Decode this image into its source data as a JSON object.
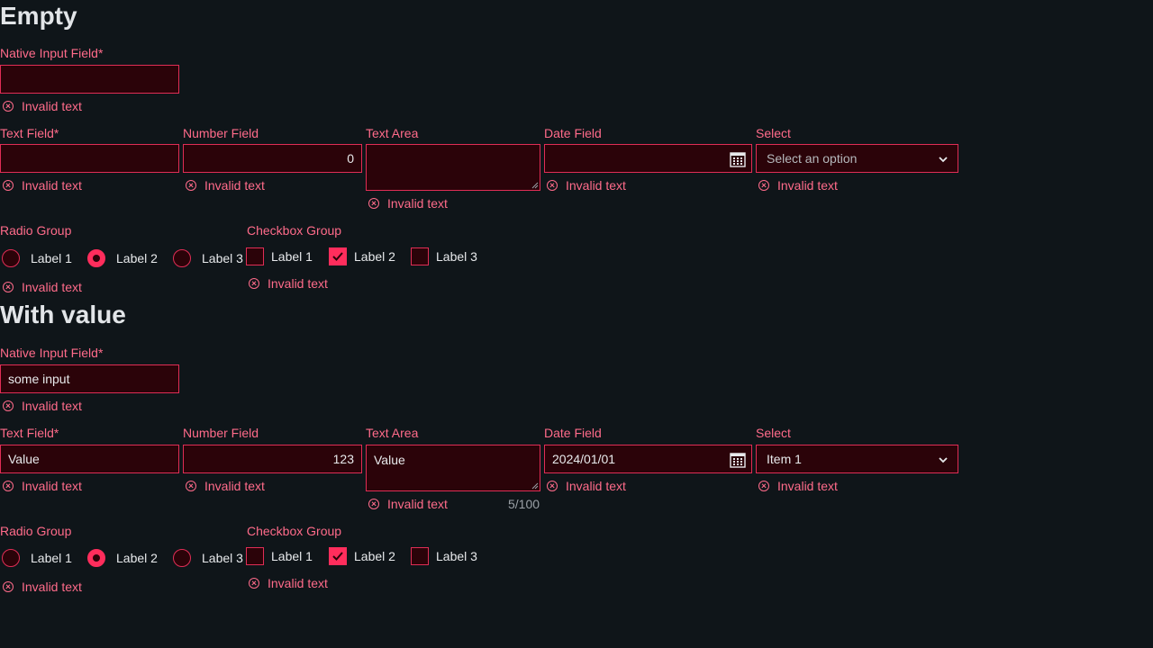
{
  "sections": {
    "empty": {
      "heading": "Empty",
      "native": {
        "label": "Native Input Field*",
        "value": "",
        "error": "Invalid text"
      },
      "text": {
        "label": "Text Field*",
        "value": "",
        "error": "Invalid text"
      },
      "number": {
        "label": "Number Field",
        "value": "0",
        "error": "Invalid text"
      },
      "textarea": {
        "label": "Text Area",
        "value": "",
        "error": "Invalid text"
      },
      "date": {
        "label": "Date Field",
        "value": "",
        "error": "Invalid text"
      },
      "select": {
        "label": "Select",
        "placeholder": "Select an option",
        "error": "Invalid text"
      },
      "radio": {
        "label": "Radio Group",
        "options": [
          "Label 1",
          "Label 2",
          "Label 3"
        ],
        "selected": 1,
        "error": "Invalid text"
      },
      "checkbox": {
        "label": "Checkbox Group",
        "options": [
          "Label 1",
          "Label 2",
          "Label 3"
        ],
        "checked": [
          false,
          true,
          false
        ],
        "error": "Invalid text"
      }
    },
    "value": {
      "heading": "With value",
      "native": {
        "label": "Native Input Field*",
        "value": "some input",
        "error": "Invalid text"
      },
      "text": {
        "label": "Text Field*",
        "value": "Value",
        "error": "Invalid text"
      },
      "number": {
        "label": "Number Field",
        "value": "123",
        "error": "Invalid text"
      },
      "textarea": {
        "label": "Text Area",
        "value": "Value",
        "error": "Invalid text",
        "counter": "5/100"
      },
      "date": {
        "label": "Date Field",
        "value": "2024/01/01",
        "error": "Invalid text"
      },
      "select": {
        "label": "Select",
        "value": "Item 1",
        "error": "Invalid text"
      },
      "radio": {
        "label": "Radio Group",
        "options": [
          "Label 1",
          "Label 2",
          "Label 3"
        ],
        "selected": 1,
        "error": "Invalid text"
      },
      "checkbox": {
        "label": "Checkbox Group",
        "options": [
          "Label 1",
          "Label 2",
          "Label 3"
        ],
        "checked": [
          false,
          true,
          false
        ],
        "error": "Invalid text"
      }
    }
  },
  "colors": {
    "background": "#0f1519",
    "error_accent": "#ff6b8a",
    "field_border": "#e02d55",
    "field_fill": "#2b0309",
    "selected_fill": "#ff2d5c"
  },
  "icons": {
    "error": "circle-x-icon",
    "date": "calendar-icon",
    "select": "chevron-down-icon",
    "checkbox": "checkmark-icon"
  }
}
